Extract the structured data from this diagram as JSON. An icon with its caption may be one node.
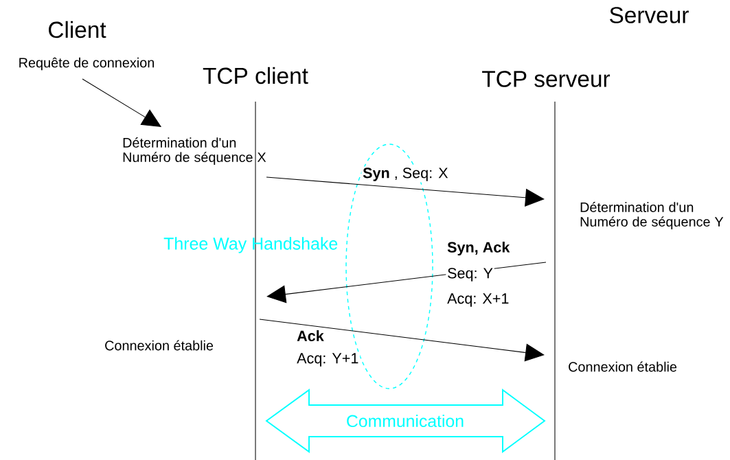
{
  "diagram": {
    "nodes": [
      {
        "text": [
          "Requête de connexion"
        ]
      },
      {
        "text": [
          "Détermination d'un Numéro de séquence X"
        ]
      },
      {
        "text": [
          "TCP client"
        ]
      },
      {
        "text": [
          "TCP serveur"
        ]
      }
    ],
    "edges": [
      {
        "from": 0,
        "to": 1,
        "arrow": "to"
      },
      {
        "from": 2,
        "to": 3,
        "arrow": "to",
        "label": "**Syn** , Seq: X"
      },
      {
        "from": 3,
        "to": 2,
        "arrow": "to"
      },
      {
        "from": 2,
        "to": 3,
        "arrow": "to"
      },
      {
        "from": 2,
        "to": 3,
        "arrow": "both",
        "label": "Communication",
        "style": "thick",
        "color": "#00ffff"
      }
    ],
    "labels": [
      "Serveur",
      "Client",
      "Three Way Handshake",
      "Détermination d'un Numéro de séquence Y",
      "Syn, Ack",
      "Seq: Y",
      "Acq: X+1",
      "Connexion établie",
      "Ack",
      "Acq: Y+1",
      "Connexion établie"
    ]
  }
}
